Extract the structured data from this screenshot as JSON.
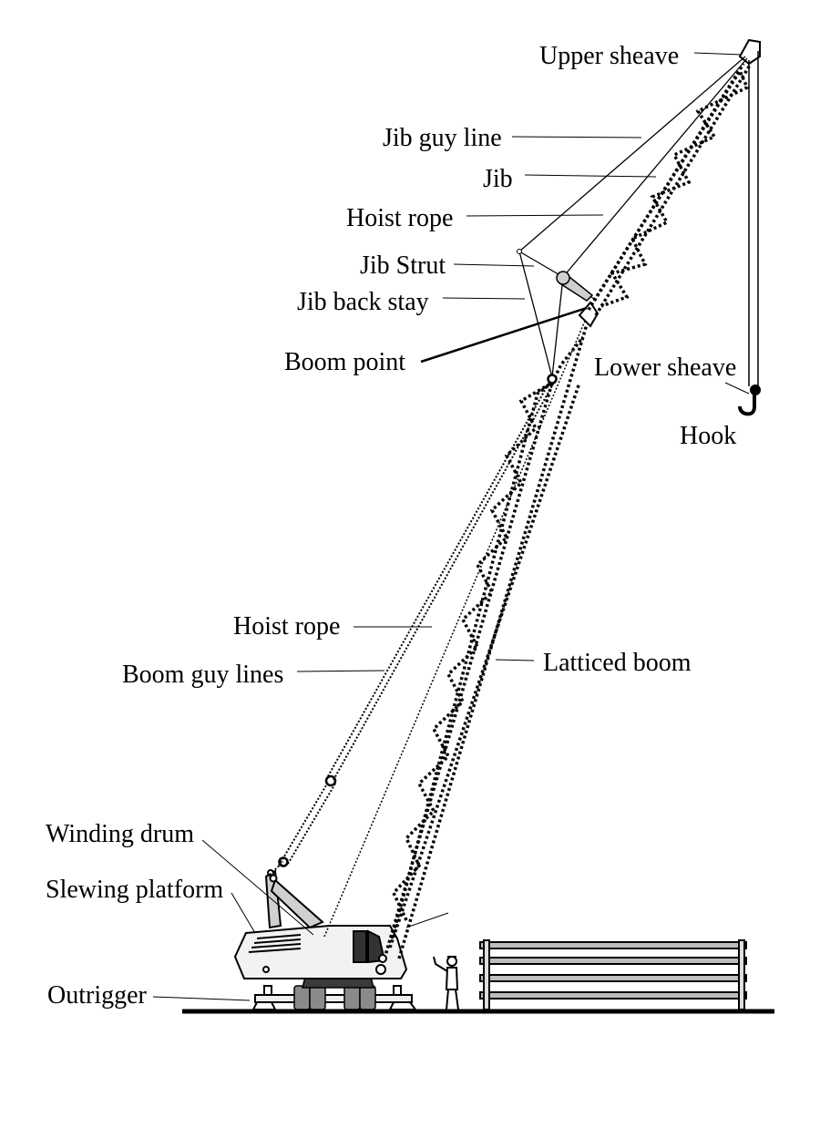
{
  "labels": {
    "upper_sheave": "Upper sheave",
    "jib_guy_line": "Jib guy line",
    "jib": "Jib",
    "hoist_rope_top": "Hoist rope",
    "jib_strut": "Jib Strut",
    "jib_back_stay": "Jib back stay",
    "boom_point": "Boom point",
    "lower_sheave": "Lower sheave",
    "hook": "Hook",
    "hoist_rope_bottom": "Hoist rope",
    "boom_guy_lines": "Boom guy lines",
    "latticed_boom": "Latticed boom",
    "winding_drum": "Winding drum",
    "slewing_platform": "Slewing platform",
    "outrigger": "Outrigger"
  },
  "colors": {
    "line": "#000000",
    "body_fill": "#f2f2f2",
    "track_fill": "#8a8a8a",
    "ground": "#000000",
    "pipe_fill": "#bdbdbd"
  }
}
